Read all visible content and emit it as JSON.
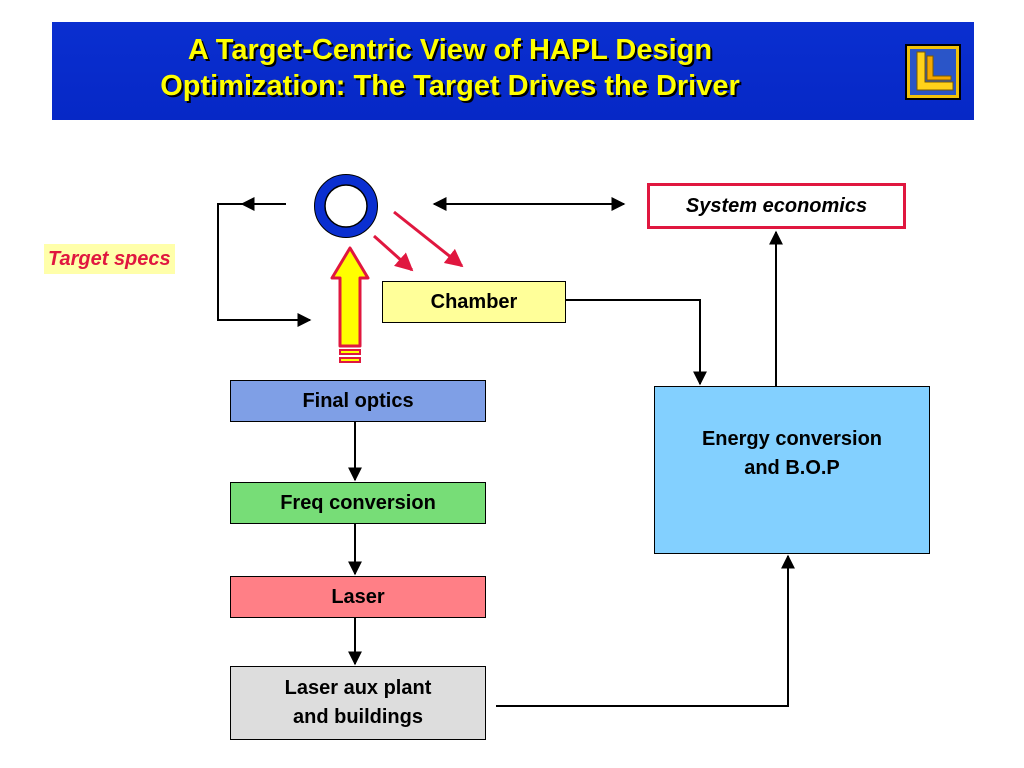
{
  "header": {
    "title_line1": "A Target-Centric View of HAPL Design",
    "title_line2": "Optimization:  The Target Drives the Driver"
  },
  "logo": {
    "icon": "llnl-logo-icon"
  },
  "diagram": {
    "target_specs": "Target specs",
    "system_economics": "System economics",
    "chamber": "Chamber",
    "final_optics": "Final optics",
    "freq_conversion": "Freq conversion",
    "laser": "Laser",
    "laser_aux_line1": "Laser aux plant",
    "laser_aux_line2": "and buildings",
    "energy_line1": "Energy conversion",
    "energy_line2": "and B.O.P"
  },
  "colors": {
    "banner": "#0628c6",
    "title": "#ffff00",
    "accent_red": "#e0173f",
    "chamber": "#ffff99",
    "final_optics": "#7f9fe6",
    "freq_conversion": "#77dd77",
    "laser": "#ff7f86",
    "laser_aux": "#dddddd",
    "energy": "#83d0ff",
    "target_ring": "#0a2fd0"
  }
}
